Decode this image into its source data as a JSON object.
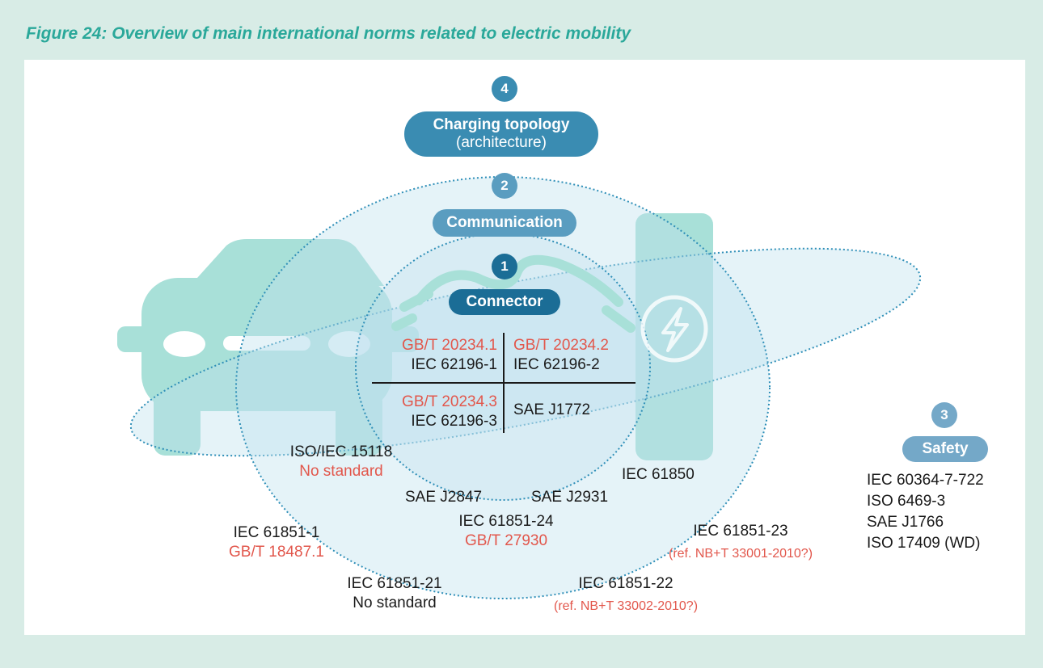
{
  "title": "Figure 24: Overview of main international norms related to electric mobility",
  "colors": {
    "page_bg": "#d8ece6",
    "title": "#2aa89a",
    "red_text": "#e2574c",
    "topology": "#3a8cb2",
    "communication": "#5a9dc0",
    "connector": "#1b6d96",
    "safety": "#74a8c8",
    "car_and_station": "#a8e0d8"
  },
  "icons": [
    "car-icon",
    "charging-station-icon",
    "lightning-icon",
    "plug-icon"
  ],
  "numbers": {
    "topology": "4",
    "communication": "2",
    "connector": "1",
    "safety": "3"
  },
  "groups": {
    "topology": {
      "title": "Charging topology",
      "subtitle": "(architecture)"
    },
    "communication": {
      "title": "Communication"
    },
    "connector": {
      "title": "Connector",
      "top_left": [
        "GB/T 20234.1",
        "IEC 62196-1"
      ],
      "top_right": [
        "GB/T 20234.2",
        "IEC 62196-2"
      ],
      "bottom_left": [
        "GB/T 20234.3",
        "IEC 62196-3"
      ],
      "bottom_right": [
        "SAE J1772"
      ]
    },
    "safety": {
      "title": "Safety",
      "standards": [
        "IEC 60364-7-722",
        "ISO 6469-3",
        "SAE J1766",
        "ISO 17409 (WD)"
      ]
    }
  },
  "labels": {
    "iso_iec_15118": "ISO/IEC 15118",
    "no_standard_red": "No standard",
    "iec_61850": "IEC 61850",
    "sae_j2847": "SAE J2847",
    "sae_j2931": "SAE J2931",
    "iec_61851_24": "IEC 61851-24",
    "gbt_27930": "GB/T 27930",
    "iec_61851_1": "IEC 61851-1",
    "gbt_18487_1": "GB/T 18487.1",
    "iec_61851_23": "IEC 61851-23",
    "ref_nbt_33001": "(ref. NB+T 33001-2010?)",
    "iec_61851_21": "IEC 61851-21",
    "no_standard": "No standard",
    "iec_61851_22": "IEC 61851-22",
    "ref_nbt_33002": "(ref. NB+T 33002-2010?)"
  }
}
